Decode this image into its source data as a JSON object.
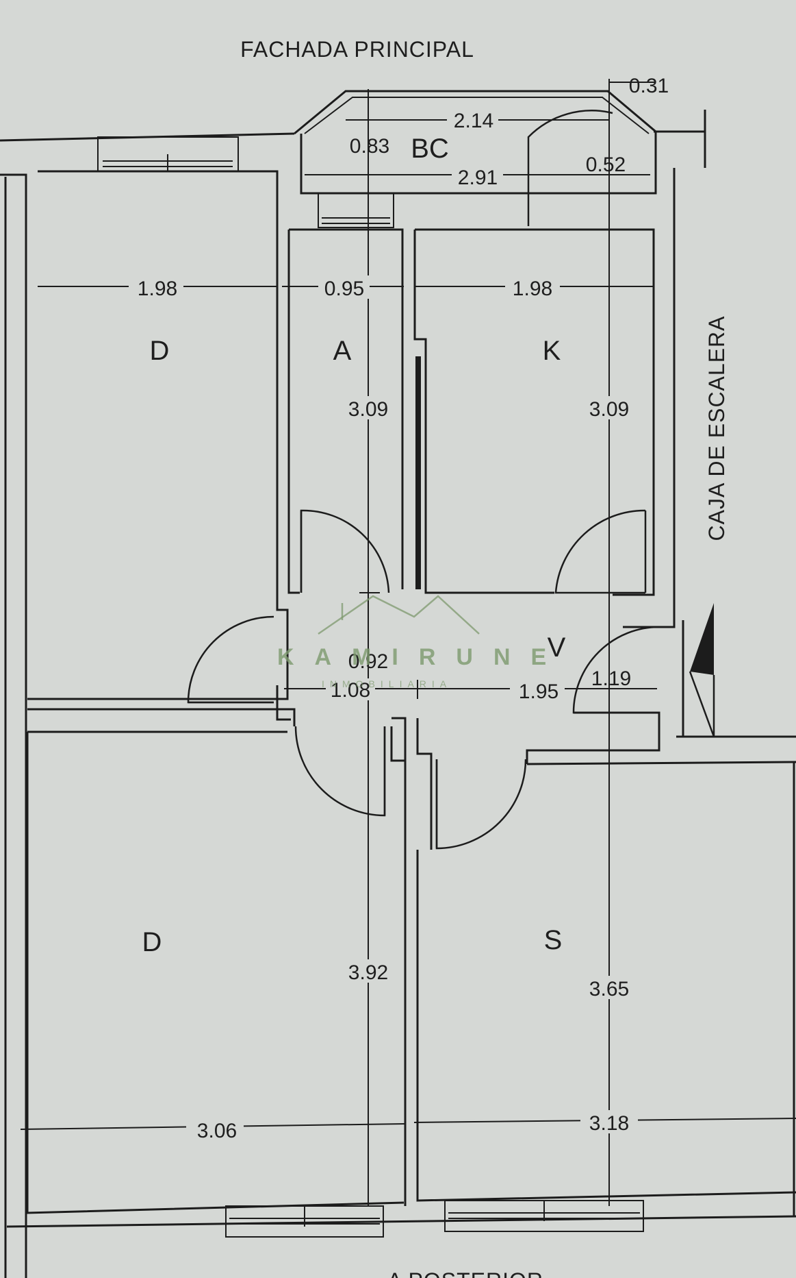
{
  "plan": {
    "top_label": "FACHADA PRINCIPAL",
    "side_label": "CAJA DE ESCALERA",
    "bottom_label": "A POSTERIOR"
  },
  "rooms": {
    "d_top": "D",
    "a": "A",
    "k": "K",
    "bc": "BC",
    "v": "V",
    "d_bottom": "D",
    "s": "S"
  },
  "dimensions": {
    "bc_width_top": "2.14",
    "bc_width_bottom": "2.91",
    "bc_depth_left": "0.83",
    "bc_depth_right": "0.52",
    "bc_offset": "0.31",
    "d_top_width": "1.98",
    "a_width": "0.95",
    "k_width": "1.98",
    "a_height": "3.09",
    "k_height": "3.09",
    "hall_depth": "0.92",
    "hall_left": "1.08",
    "hall_mid": "1.95",
    "hall_right": "1.19",
    "d_bottom_height": "3.92",
    "s_height": "3.65",
    "d_bottom_width": "3.06",
    "s_width": "3.18"
  },
  "watermark": {
    "name": "KAMIRUNE",
    "subtitle": "INMOBILIARIA"
  }
}
